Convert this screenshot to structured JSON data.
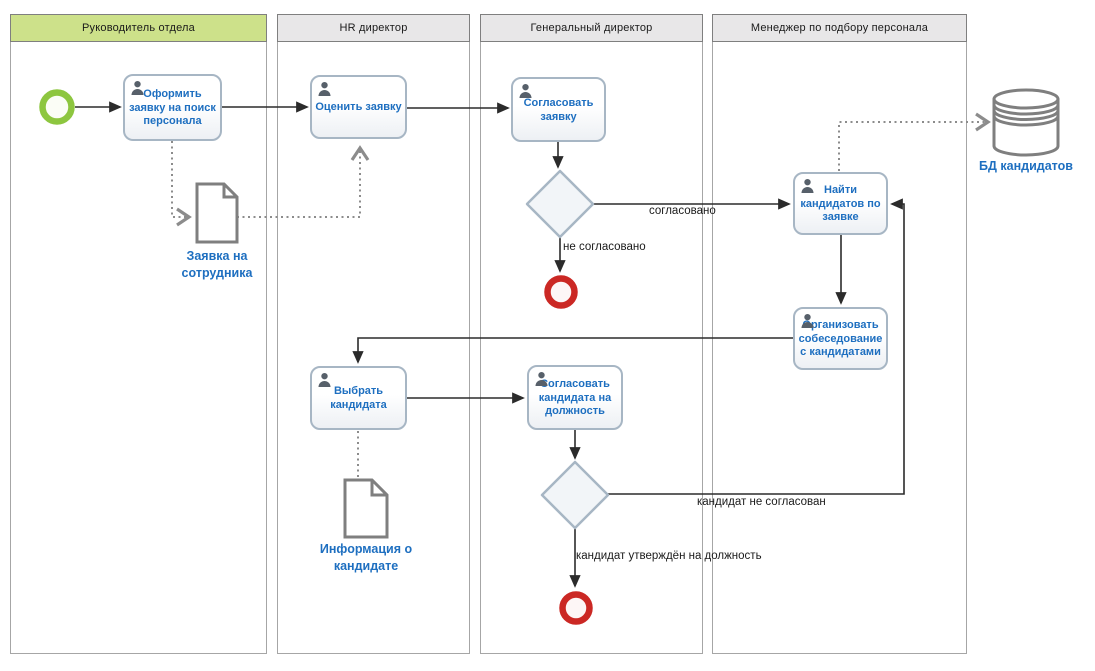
{
  "lanes": [
    {
      "label": "Руководитель отдела"
    },
    {
      "label": "HR директор"
    },
    {
      "label": "Генеральный директор"
    },
    {
      "label": "Менеджер по подбору персонала"
    }
  ],
  "tasks": [
    {
      "label": "Оформить заявку на поиск персонала"
    },
    {
      "label": "Оценить заявку"
    },
    {
      "label": "Согласовать заявку"
    },
    {
      "label": "Найти кандидатов по заявке"
    },
    {
      "label": "Организовать собеседование с кандидатами"
    },
    {
      "label": "Выбрать кандидата"
    },
    {
      "label": "Согласовать кандидата на должность"
    }
  ],
  "flow_labels": {
    "approved": "согласовано",
    "not_approved": "не согласовано",
    "candidate_rejected": "кандидат не согласован",
    "candidate_approved": "кандидат утверждён на должность"
  },
  "artifacts": {
    "request_doc": "Заявка на сотрудника",
    "candidate_doc": "Информация о кандидате",
    "database": "БД кандидатов"
  },
  "colors": {
    "lane_header_green": "#cde18a",
    "lane_header_gray": "#e8e7e8",
    "lane_border": "#a6a6a6",
    "task_border": "#a7b6c4",
    "task_text_blue": "#1e6fc0",
    "start_event_green": "#8dc63f",
    "end_event_red": "#cb2824",
    "artifact_gray": "#7f7f7f",
    "flow_black": "#2b2b2b",
    "association_gray": "#8c8c8c"
  }
}
